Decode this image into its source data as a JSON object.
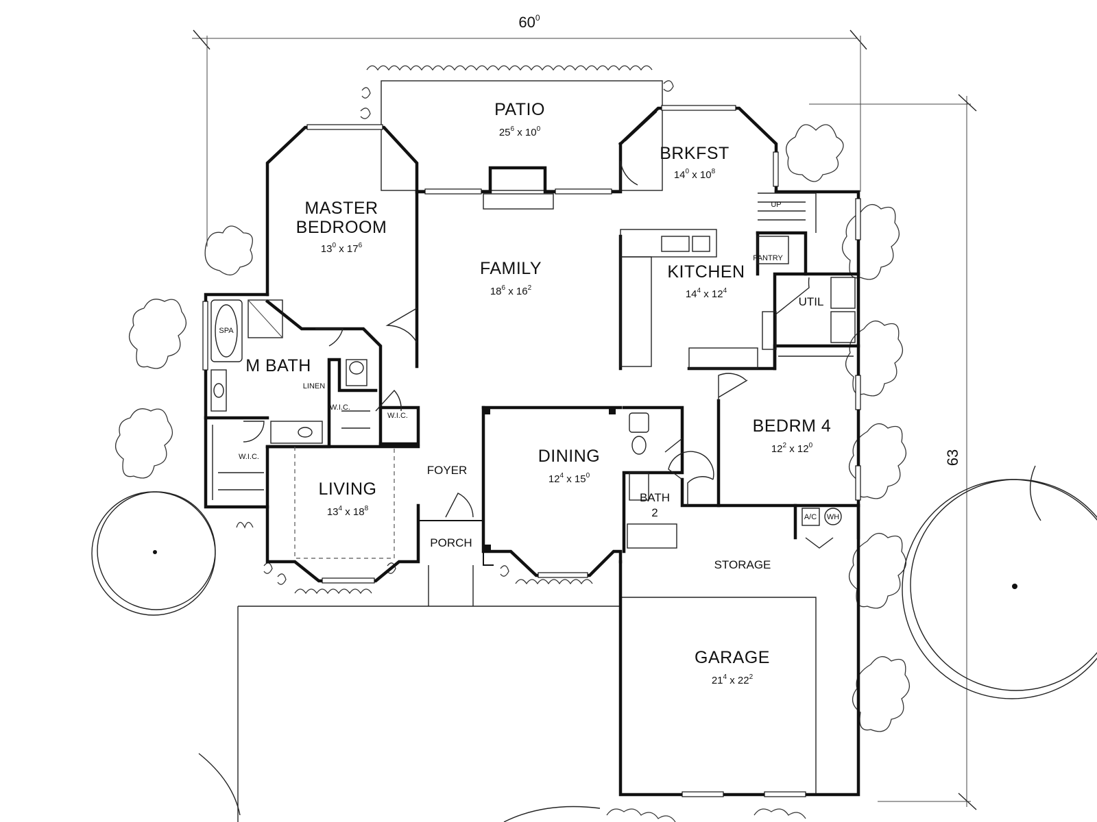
{
  "overall": {
    "width_main": "60",
    "width_sup": "0",
    "depth": "63"
  },
  "rooms": {
    "patio": {
      "name": "PATIO",
      "w": "25",
      "w_sup": "6",
      "h": "10",
      "h_sup": "0"
    },
    "brkfst": {
      "name": "BRKFST",
      "w": "14",
      "w_sup": "0",
      "h": "10",
      "h_sup": "8"
    },
    "master": {
      "name1": "MASTER",
      "name2": "BEDROOM",
      "w": "13",
      "w_sup": "0",
      "h": "17",
      "h_sup": "6"
    },
    "family": {
      "name": "FAMILY",
      "w": "18",
      "w_sup": "6",
      "h": "16",
      "h_sup": "2"
    },
    "kitchen": {
      "name": "KITCHEN",
      "w": "14",
      "w_sup": "4",
      "h": "12",
      "h_sup": "4"
    },
    "util": {
      "name": "UTIL"
    },
    "pantry": {
      "name": "PANTRY"
    },
    "up": {
      "name": "UP"
    },
    "mbath": {
      "name": "M BATH"
    },
    "spa": {
      "name": "SPA"
    },
    "linen": {
      "name": "LINEN"
    },
    "wic1": {
      "name": "W.I.C."
    },
    "wic2": {
      "name": "W.I.C."
    },
    "wic3": {
      "name": "W.I.C."
    },
    "bedrm4": {
      "name": "BEDRM 4",
      "w": "12",
      "w_sup": "2",
      "h": "12",
      "h_sup": "0"
    },
    "living": {
      "name": "LIVING",
      "w": "13",
      "w_sup": "4",
      "h": "18",
      "h_sup": "8"
    },
    "foyer": {
      "name": "FOYER"
    },
    "dining": {
      "name": "DINING",
      "w": "12",
      "w_sup": "4",
      "h": "15",
      "h_sup": "0"
    },
    "bath2": {
      "name1": "BATH",
      "name2": "2"
    },
    "porch": {
      "name": "PORCH"
    },
    "storage": {
      "name": "STORAGE"
    },
    "ac": {
      "name": "A/C"
    },
    "wh": {
      "name": "WH"
    },
    "garage": {
      "name": "GARAGE",
      "w": "21",
      "w_sup": "4",
      "h": "22",
      "h_sup": "2"
    }
  },
  "dimension_separator": "x"
}
